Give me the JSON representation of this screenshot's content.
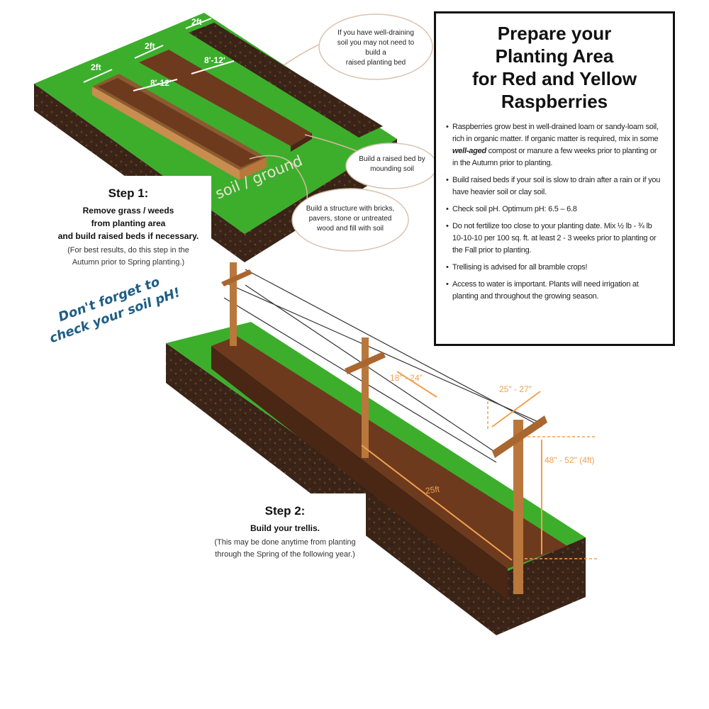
{
  "panel": {
    "title_lines": [
      "Prepare your",
      "Planting Area",
      "for Red and Yellow",
      "Raspberries"
    ],
    "bullets": [
      {
        "pre": "Raspberries grow best in well-drained loam or sandy-loam soil, rich in organic matter. If organic matter is required, mix in some ",
        "em": "well-aged",
        "post": " compost or manure a few weeks prior to planting or in the Autumn prior to planting."
      },
      {
        "pre": "Build raised beds if your soil is slow to drain after a rain or if you have heavier soil or clay soil.",
        "em": "",
        "post": ""
      },
      {
        "pre": "Check soil pH. Optimum pH: 6.5 – 6.8",
        "em": "",
        "post": ""
      },
      {
        "pre": "Do not fertilize too close to your planting date. Mix ½ lb - ¾ lb 10-10-10 per 100 sq. ft. at least 2 - 3 weeks prior to planting or the Fall prior to planting.",
        "em": "",
        "post": ""
      },
      {
        "pre": "Trellising is advised for all bramble crops!",
        "em": "",
        "post": ""
      },
      {
        "pre": "Access to water is important. Plants will need irrigation at planting and throughout the growing season.",
        "em": "",
        "post": ""
      }
    ]
  },
  "step1": {
    "title": "Step 1:",
    "subtitle_lines": [
      "Remove grass / weeds",
      "from planting area",
      "and build raised beds if necessary."
    ],
    "note_lines": [
      "(For best results, do this step in the",
      "Autumn prior to Spring planting.)"
    ]
  },
  "step2": {
    "title": "Step 2:",
    "subtitle": "Build your trellis.",
    "note_lines": [
      "(This may be done anytime from planting",
      "through the Spring of the following year.)"
    ]
  },
  "bubbles": {
    "well_draining": [
      "If you have well-draining",
      "soil you may not need to build a",
      "raised planting bed"
    ],
    "mound": [
      "Build a raised bed by",
      "mounding soil"
    ],
    "structure": [
      "Build a structure with bricks,",
      "pavers, stone or untreated",
      "wood and fill with soil"
    ]
  },
  "labels": {
    "soil_ground": "soil / ground",
    "reminder_lines": [
      "Don't forget to",
      "check your soil pH!"
    ]
  },
  "measurements": {
    "bed_width_a": "2ft",
    "bed_width_b": "2ft",
    "bed_width_c": "2ft",
    "spacing_a": "8'-12'",
    "spacing_b": "8'-12'",
    "wire_spacing": "18\" - 24\"",
    "crossarm_width": "25\" - 27\"",
    "post_height": "48\" - 52\" (4ft)",
    "row_length": "25ft"
  },
  "colors": {
    "grass": "#3cae2c",
    "soil_dark": "#3a2417",
    "bed_brown": "#6e3a1e",
    "wood": "#b9773c",
    "dimension_orange": "#f0a050"
  }
}
